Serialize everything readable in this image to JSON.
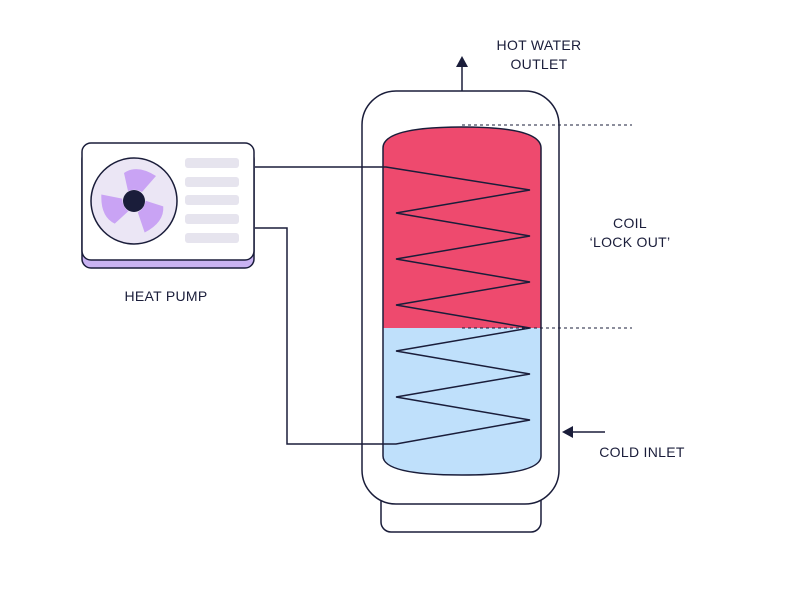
{
  "labels": {
    "hot_outlet_line1": "HOT WATER",
    "hot_outlet_line2": "OUTLET",
    "coil_line1": "COIL",
    "coil_line2": "‘LOCK OUT’",
    "cold_inlet": "COLD INLET",
    "heat_pump": "HEAT PUMP"
  },
  "colors": {
    "outline": "#1a1d3a",
    "hot_water": "#ee4a6e",
    "cold_water": "#bfe0fb",
    "fan_blade": "#c9a3f4",
    "fan_disc": "#ebe6f5",
    "unit_base": "#c9b3f2",
    "vent_slat": "#e6e4ee"
  },
  "icons": {
    "heat_pump_unit": "heat-pump-icon",
    "fan": "fan-icon",
    "hot_outlet_arrow": "arrow-up-icon",
    "cold_inlet_arrow": "arrow-left-icon"
  }
}
